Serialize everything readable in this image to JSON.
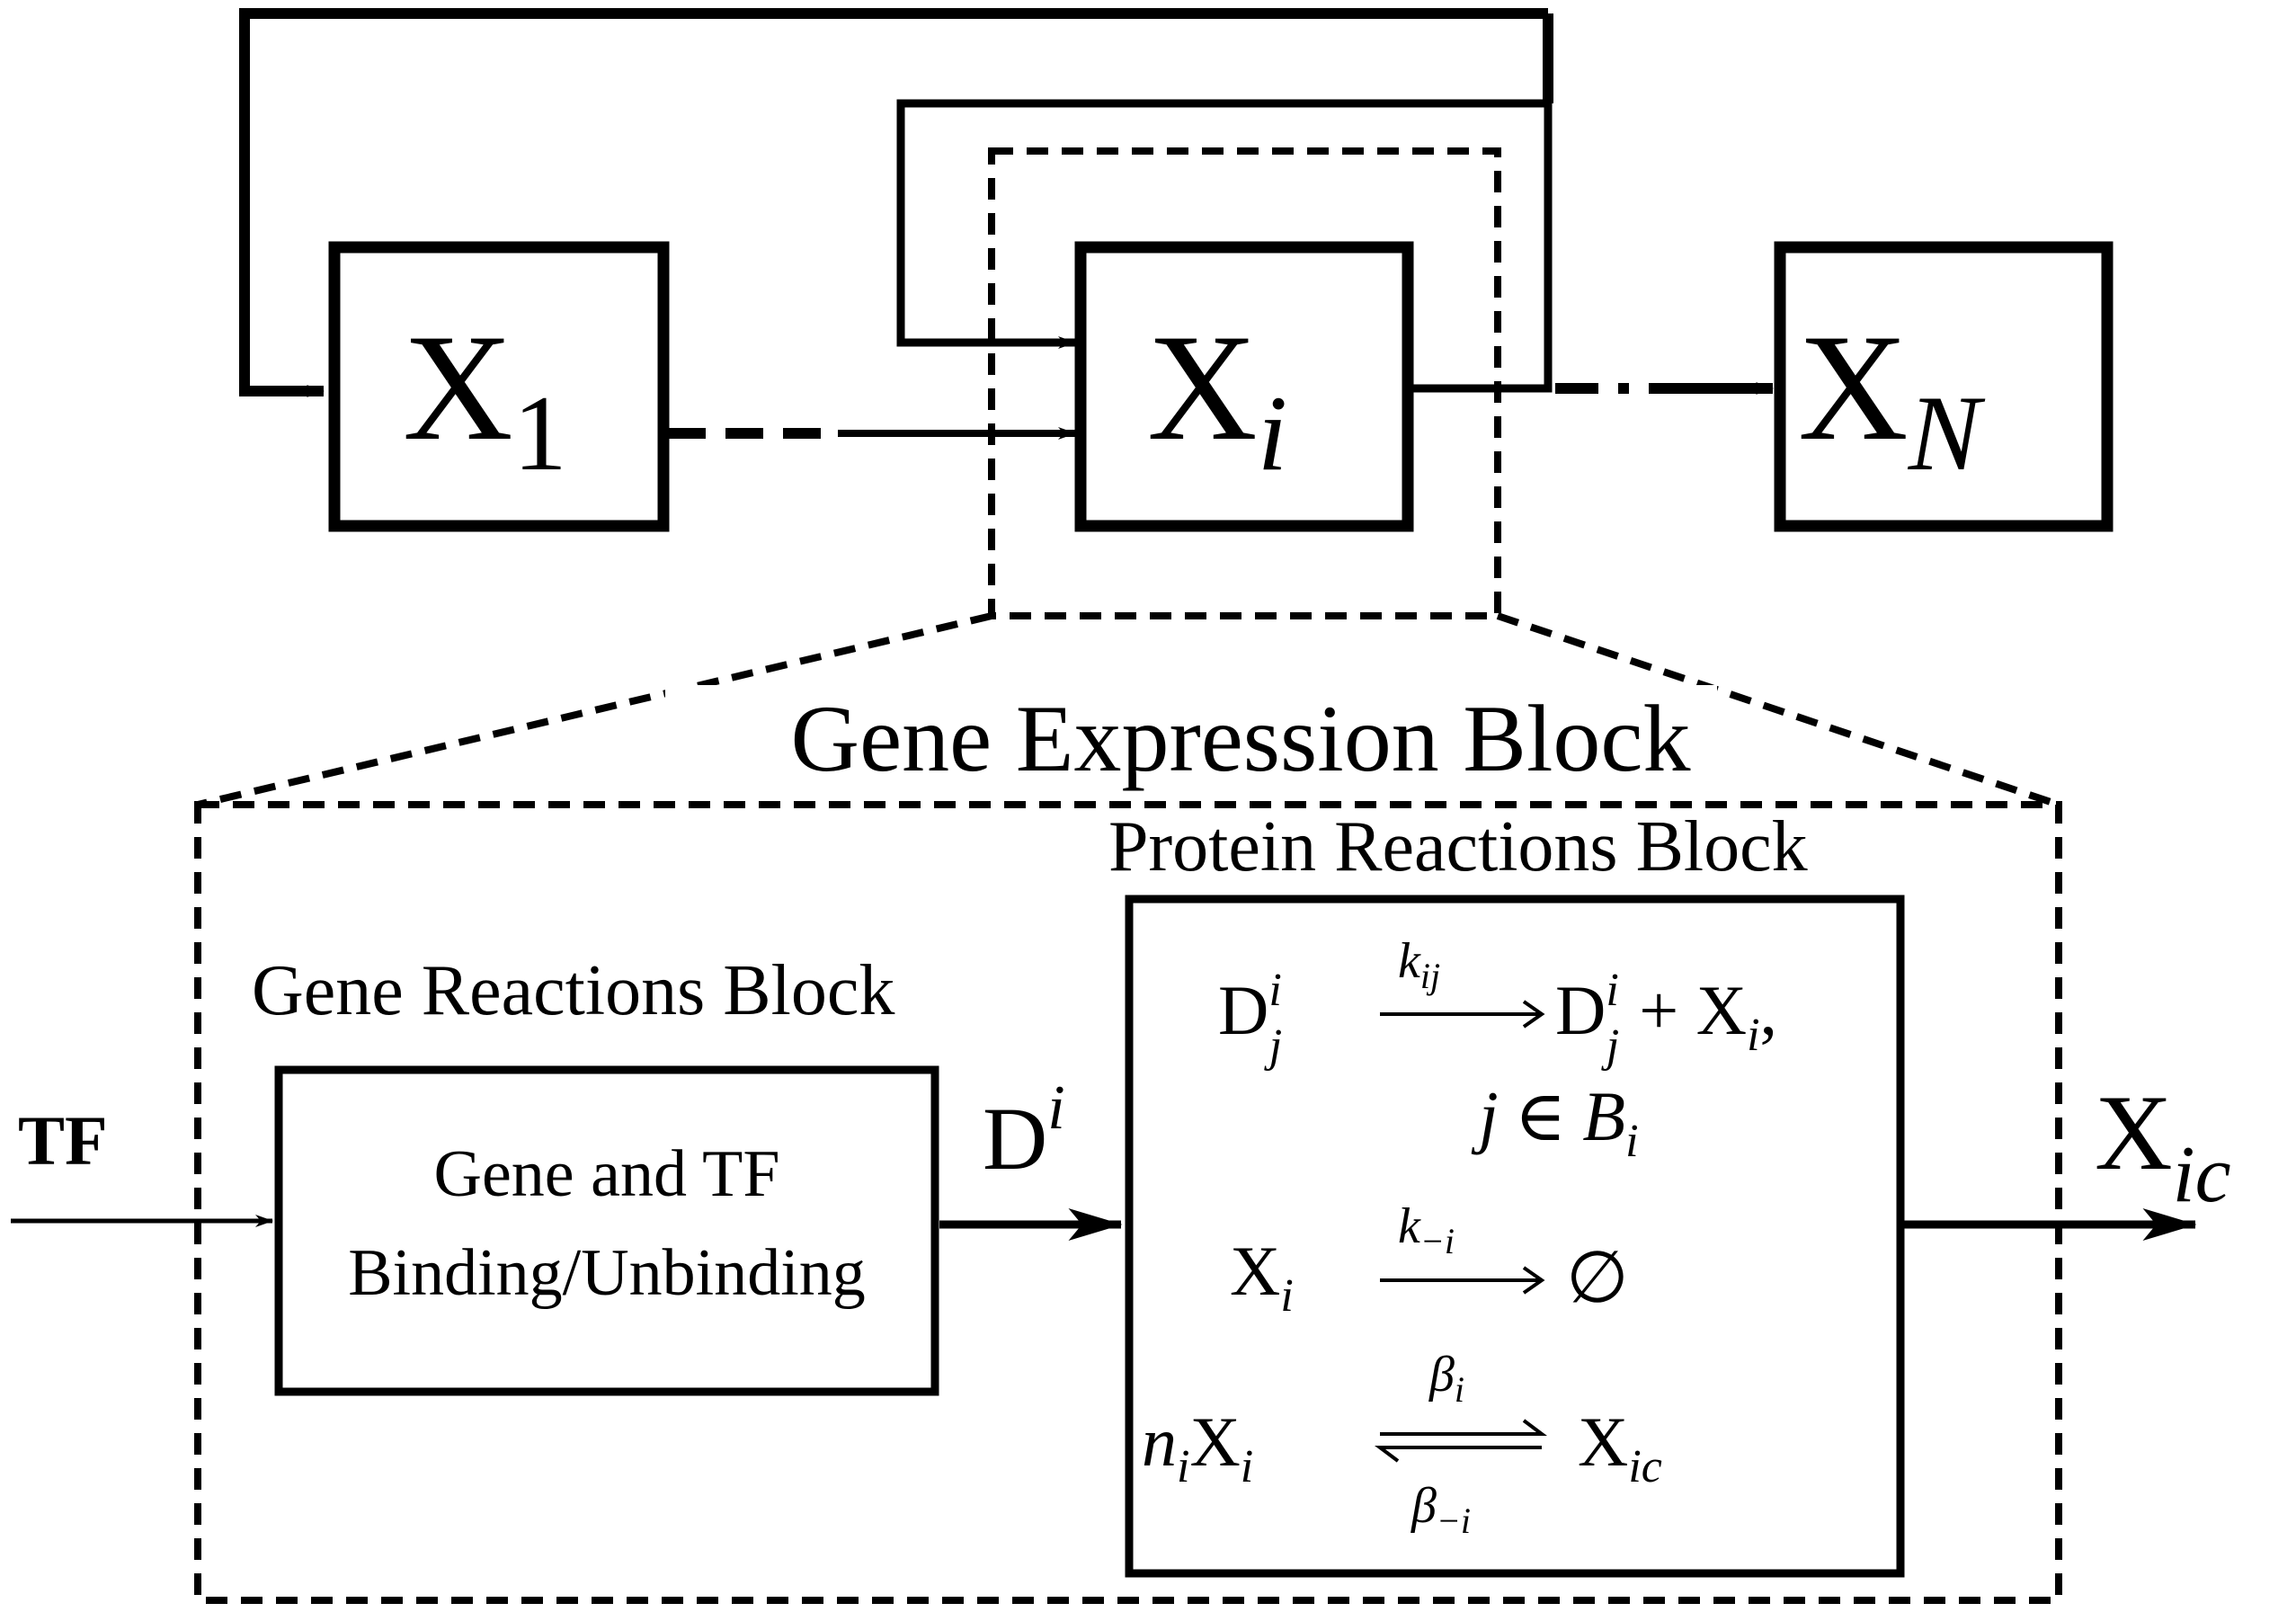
{
  "top_row": {
    "x1": {
      "base": "X",
      "sub": "1"
    },
    "xi": {
      "base": "X",
      "sub": "i"
    },
    "xn": {
      "base": "X",
      "sub": "N"
    }
  },
  "gene_expression": {
    "title": "Gene Expression Block"
  },
  "gene_reactions": {
    "title": "Gene Reactions Block",
    "box_line1": "Gene and TF",
    "box_line2": "Binding/Unbinding"
  },
  "protein_reactions": {
    "title": "Protein Reactions Block",
    "r1_left_base": "D",
    "r1_left_sup": "i",
    "r1_left_sub": "j",
    "r1_rate": "k",
    "r1_rate_sub": "ij",
    "r1_right_base": "D",
    "r1_right_sup": "i",
    "r1_right_sub": "j",
    "r1_plus": "+ X",
    "r1_plus_sub": "i",
    "r1_end": ",",
    "r1_cond_j": "j",
    "r1_cond_in": "∈",
    "r1_cond_B": "B",
    "r1_cond_sub": "i",
    "r2_left_base": "X",
    "r2_left_sub": "i",
    "r2_rate": "k",
    "r2_rate_sub": "−i",
    "r2_right": "∅",
    "r3_left_n": "n",
    "r3_left_nsub": "i",
    "r3_left_base": "X",
    "r3_left_sub": "i",
    "r3_fwd": "β",
    "r3_fwd_sub": "i",
    "r3_bwd": "β",
    "r3_bwd_sub": "−i",
    "r3_right_base": "X",
    "r3_right_sub": "ic"
  },
  "signals": {
    "input": "TF",
    "di_base": "D",
    "di_sup": "i",
    "output_base": "X",
    "output_sub": "ic"
  }
}
